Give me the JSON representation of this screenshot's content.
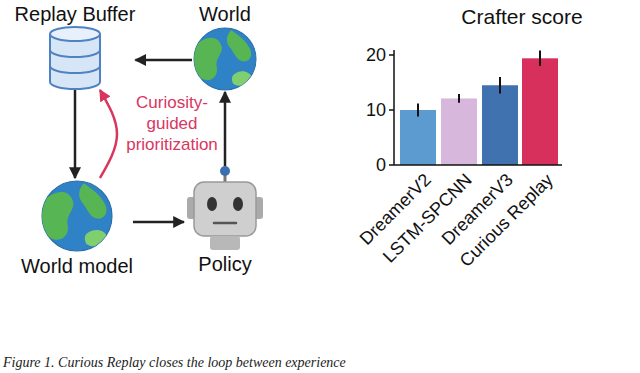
{
  "diagram": {
    "caption": "Figure 1. Curious Replay closes the loop between experience",
    "nodes": [
      {
        "text": [
          "Replay Buffer"
        ]
      },
      {
        "text": [
          "World"
        ]
      },
      {
        "text": [
          "World model"
        ]
      },
      {
        "text": [
          "Policy"
        ]
      }
    ],
    "edges": [
      {
        "from": 1,
        "to": 0,
        "arrow": "to"
      },
      {
        "from": 0,
        "to": 2,
        "arrow": "to"
      },
      {
        "from": 2,
        "to": 3,
        "arrow": "to"
      },
      {
        "from": 3,
        "to": 1,
        "arrow": "to"
      },
      {
        "from": 2,
        "to": 0,
        "label": "Curiosity-guided prioritization",
        "arrow": "to"
      }
    ],
    "labels": [
      "Crafter score",
      "20",
      "10",
      "0",
      "DreamerV2",
      "LSTM-SPCNN",
      "DreamerV3",
      "Curious Replay"
    ]
  }
}
